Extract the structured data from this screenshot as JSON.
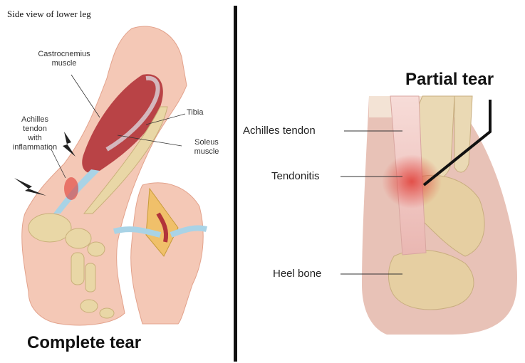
{
  "left": {
    "heading": "Side view of lower leg",
    "labels": {
      "gastrocnemius": [
        "Castrocnemius",
        "muscle"
      ],
      "tibia": "Tibia",
      "soleus": [
        "Soleus",
        "muscle"
      ],
      "achilles": [
        "Achilles",
        "tendon",
        "with",
        "inflammation"
      ]
    },
    "caption": "Complete tear"
  },
  "right": {
    "caption": "Partial tear",
    "labels": {
      "achilles_tendon": "Achilles tendon",
      "tendonitis": "Tendonitis",
      "heel_bone": "Heel bone"
    }
  },
  "colors": {
    "skin": "#f3c9b4",
    "muscle": "#b2343a",
    "tendon": "#a9d3e6",
    "bone": "#e9d7a6",
    "inflammation": "#e03a33"
  }
}
